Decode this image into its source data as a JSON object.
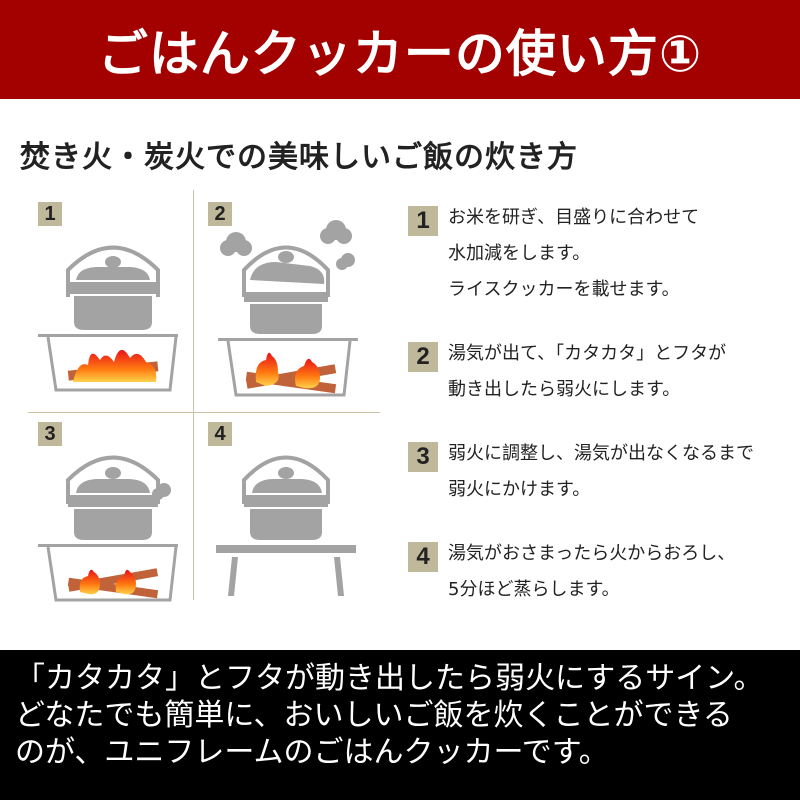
{
  "header": {
    "title": "ごはんクッカーの使い方①",
    "bg_color": "#a30000"
  },
  "subtitle": "焚き火・炭火での美味しいご飯の炊き方",
  "panels": [
    {
      "badge": "1",
      "scene": "pot-on-fire-strong"
    },
    {
      "badge": "2",
      "scene": "pot-steaming-lid-rattling"
    },
    {
      "badge": "3",
      "scene": "pot-on-low-fire"
    },
    {
      "badge": "4",
      "scene": "pot-on-table-steaming-off"
    }
  ],
  "steps": [
    {
      "num": "1",
      "lines": [
        "お米を研ぎ、目盛りに合わせて",
        "水加減をします。",
        "ライスクッカーを載せます。"
      ]
    },
    {
      "num": "2",
      "lines": [
        "湯気が出て、「カタカタ」とフタが",
        "動き出したら弱火にします。"
      ]
    },
    {
      "num": "3",
      "lines": [
        "弱火に調整し、湯気が出なくなるまで",
        "弱火にかけます。"
      ]
    },
    {
      "num": "4",
      "lines": [
        "湯気がおさまったら火からおろし、",
        "5分ほど蒸らします。"
      ]
    }
  ],
  "footer": {
    "lines": [
      "「カタカタ」とフタが動き出したら弱火にするサイン。",
      "どなたでも簡単に、おいしいご飯を炊くことができる",
      "のが、ユニフレームのごはんクッカーです。"
    ]
  },
  "colors": {
    "badge": "#bfb89a",
    "pot": "#a3a3a3",
    "divider": "#c9c3a6",
    "flame": "#ff5a00",
    "wood": "#c0623a"
  }
}
